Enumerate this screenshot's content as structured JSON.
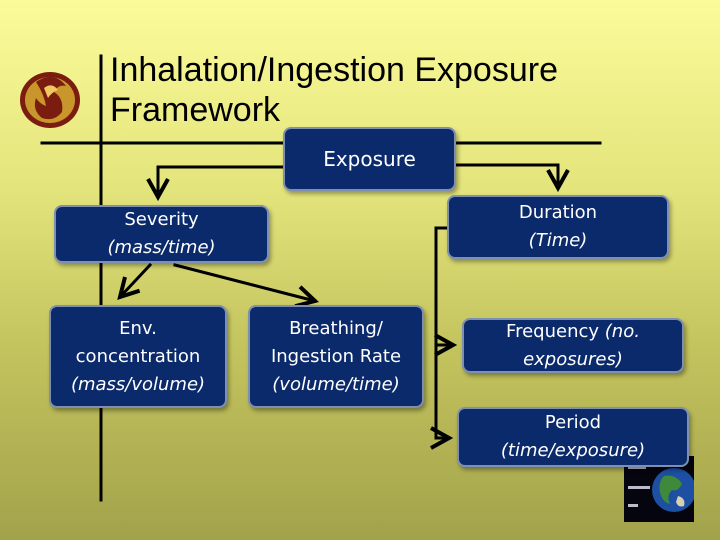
{
  "title": {
    "line1": "Inhalation/Ingestion Exposure",
    "line2": "Framework"
  },
  "boxes": {
    "exposure": {
      "label": "Exposure"
    },
    "severity": {
      "label": "Severity",
      "unit": "(mass/time)"
    },
    "duration": {
      "label": "Duration",
      "unit": "(Time)"
    },
    "env_concentration": {
      "label_line1": "Env.",
      "label_line2": "concentration",
      "unit": "(mass/volume)"
    },
    "breathing_rate": {
      "label_line1": "Breathing/",
      "label_line2": "Ingestion Rate",
      "unit": "(volume/time)"
    },
    "frequency": {
      "label": "Frequency",
      "unit_inline": "(no.",
      "unit_line2": "exposures)"
    },
    "period": {
      "label": "Period",
      "unit": "(time/exposure)"
    }
  },
  "icons": {
    "logo": "ucf-pegasus-logo-icon",
    "globe": "globe-icon"
  },
  "colors": {
    "box_fill": "#0b2a6b",
    "box_border": "#7f8fb0",
    "box_text": "#ffffff",
    "line": "#000000",
    "logo_gold": "#c8962a",
    "logo_maroon": "#7a1c10"
  }
}
